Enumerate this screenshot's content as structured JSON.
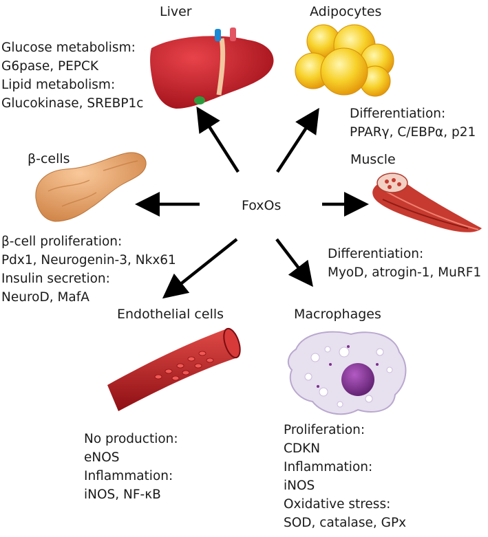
{
  "center": {
    "label": "FoxOs"
  },
  "nodes": {
    "liver": {
      "title": "Liver",
      "lines": [
        "Glucose metabolism:",
        "G6pase, PEPCK",
        "Lipid metabolism:",
        "Glucokinase, SREBP1c"
      ]
    },
    "adipocytes": {
      "title": "Adipocytes",
      "lines": [
        "Differentiation:",
        "PPARγ, C/EBPα, p21"
      ]
    },
    "beta_cells": {
      "title": "β-cells",
      "lines": [
        "β-cell proliferation:",
        "Pdx1, Neurogenin-3, Nkx61",
        "Insulin secretion:",
        "NeuroD, MafA"
      ]
    },
    "muscle": {
      "title": "Muscle",
      "lines": [
        "Differentiation:",
        "MyoD, atrogin-1, MuRF1"
      ]
    },
    "endothelial": {
      "title": "Endothelial cells",
      "lines": [
        "No production:",
        "eNOS",
        "Inflammation:",
        "iNOS, NF-κB"
      ]
    },
    "macrophages": {
      "title": "Macrophages",
      "lines": [
        "Proliferation:",
        "CDKN",
        "Inflammation:",
        "iNOS",
        "Oxidative stress:",
        "SOD, catalase, GPx"
      ]
    }
  },
  "colors": {
    "arrow": "#000000",
    "liver": "#c8202a",
    "adipocyte": "#f5c518",
    "pancreas": "#e8a46a",
    "muscle": "#c0392b",
    "vessel": "#b3151b",
    "macrophage": "#d9cfe6",
    "nucleus": "#7d2f8f"
  },
  "icons": [
    "liver-illustration",
    "adipocytes-illustration",
    "pancreas-illustration",
    "muscle-illustration",
    "blood-vessel-illustration",
    "macrophage-illustration"
  ]
}
